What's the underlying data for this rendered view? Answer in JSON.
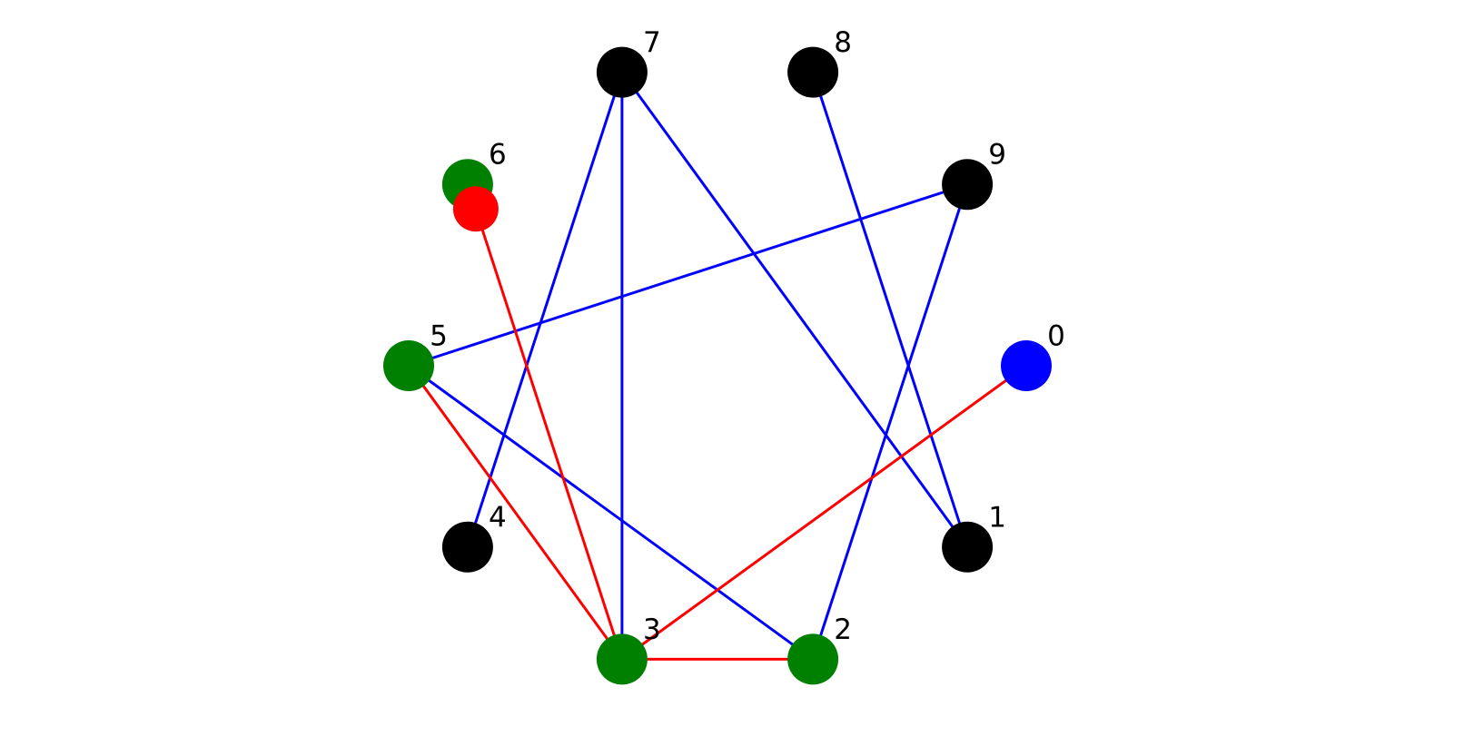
{
  "graph": {
    "colors": {
      "blue": "#0000ff",
      "red": "#ff0000",
      "green": "#008000",
      "black": "#000000",
      "label": "#000000"
    },
    "nodes": [
      {
        "id": 0,
        "label": "0",
        "color": "blue"
      },
      {
        "id": 1,
        "label": "1",
        "color": "black"
      },
      {
        "id": 2,
        "label": "2",
        "color": "green"
      },
      {
        "id": 3,
        "label": "3",
        "color": "green"
      },
      {
        "id": 4,
        "label": "4",
        "color": "black"
      },
      {
        "id": 5,
        "label": "5",
        "color": "green"
      },
      {
        "id": 6,
        "label": "6",
        "color": "green"
      },
      {
        "id": 7,
        "label": "7",
        "color": "black"
      },
      {
        "id": 8,
        "label": "8",
        "color": "black"
      },
      {
        "id": 9,
        "label": "9",
        "color": "black"
      }
    ],
    "agent": {
      "node": 6,
      "color": "red"
    },
    "edges": [
      {
        "from": 7,
        "to": 3,
        "color": "blue"
      },
      {
        "from": 7,
        "to": 4,
        "color": "blue"
      },
      {
        "from": 7,
        "to": 1,
        "color": "blue"
      },
      {
        "from": 8,
        "to": 1,
        "color": "blue"
      },
      {
        "from": 9,
        "to": 5,
        "color": "blue"
      },
      {
        "from": 9,
        "to": 2,
        "color": "blue"
      },
      {
        "from": 5,
        "to": 2,
        "color": "blue"
      },
      {
        "from": 0,
        "to": 3,
        "color": "red"
      },
      {
        "from": 6,
        "to": 3,
        "color": "red"
      },
      {
        "from": 5,
        "to": 3,
        "color": "red"
      },
      {
        "from": 3,
        "to": 2,
        "color": "red"
      }
    ]
  }
}
